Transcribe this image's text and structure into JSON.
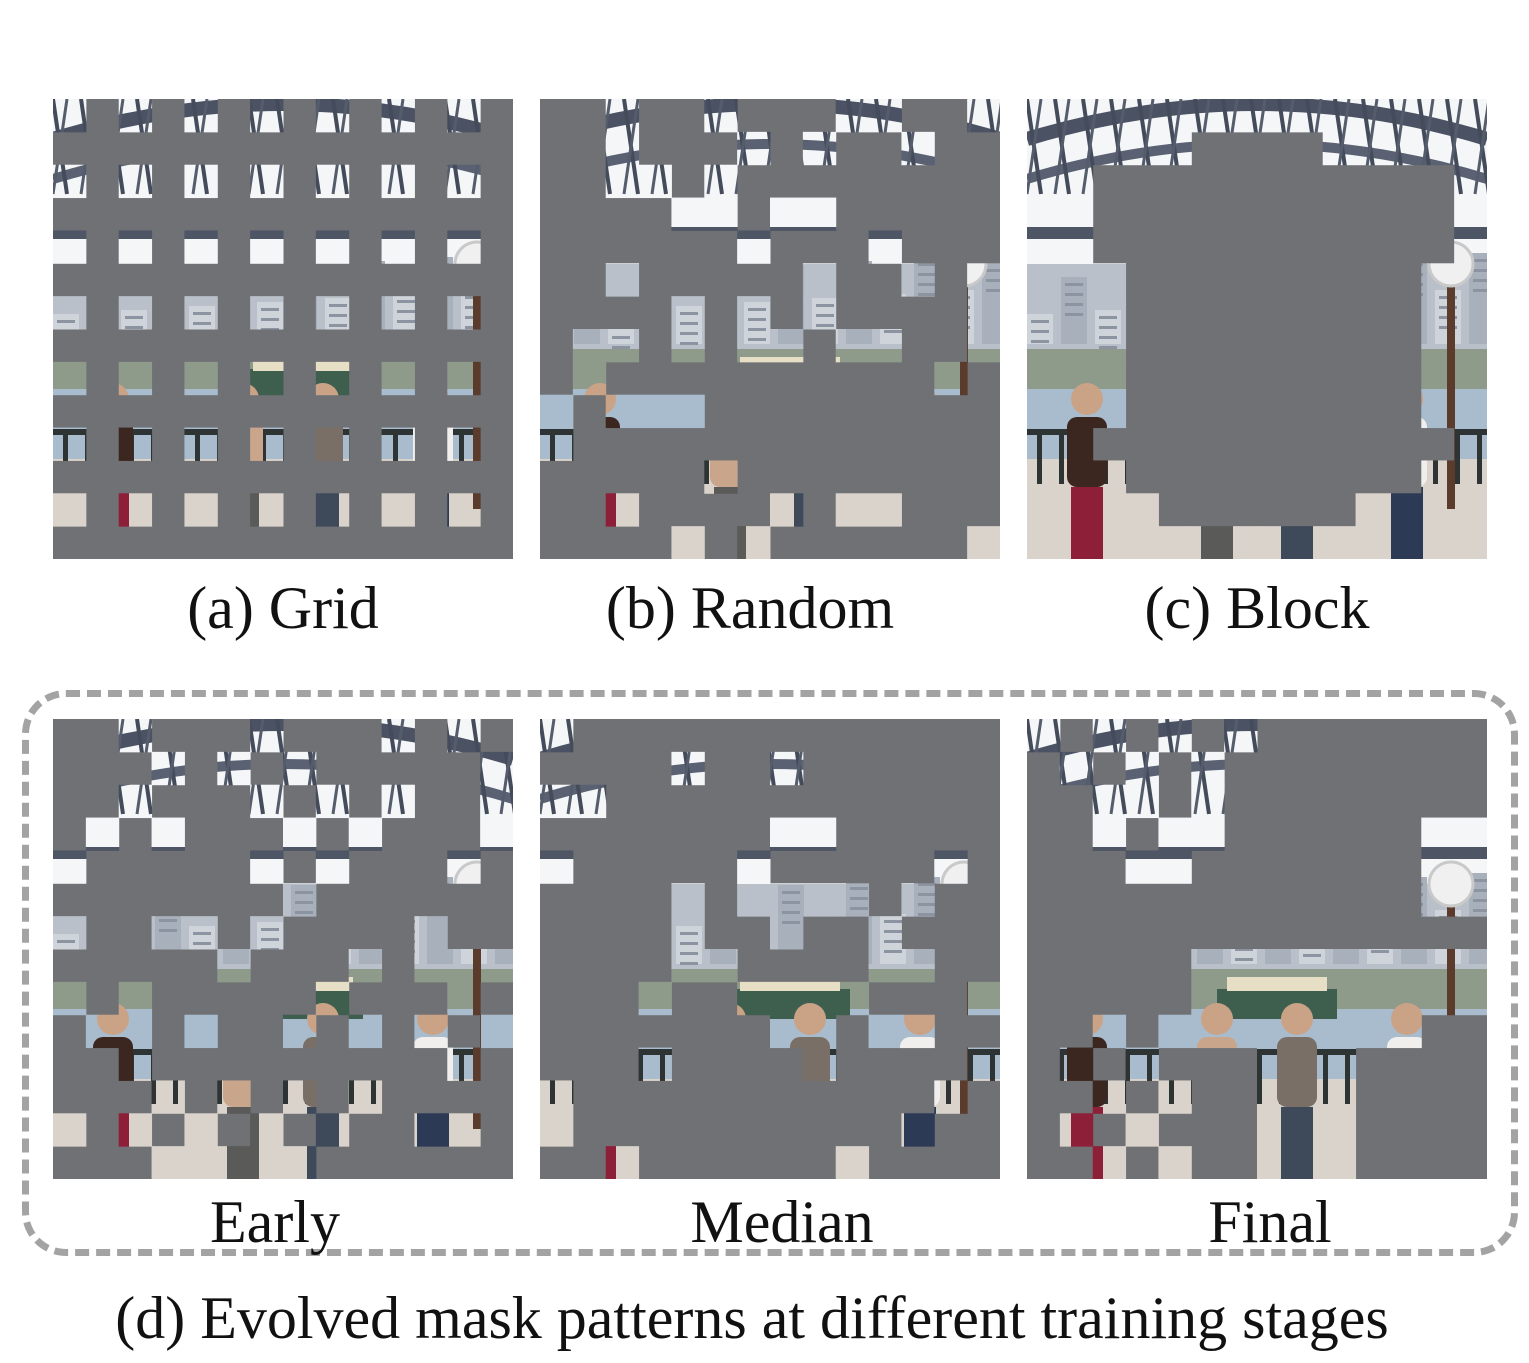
{
  "captions": {
    "grid": "(a) Grid",
    "random": "(b) Random",
    "block": "(c) Block",
    "early": "Early",
    "median": "Median",
    "final": "Final",
    "group": "(d) Evolved mask patterns at different training stages"
  },
  "colors": {
    "mask": "#6f7175",
    "dashed_border": "#a3a3a3"
  },
  "patch_grid": {
    "rows": 14,
    "cols": 14
  },
  "masks": {
    "grid": {
      "visible_rule": "every other row and column visible"
    },
    "random": {
      "visible_rule": "random scattered visible patches"
    },
    "block": {
      "visible_rule": "contiguous central block masked"
    },
    "early": {
      "visible_rule": "mostly scattered visible patches"
    },
    "median": {
      "visible_rule": "patches clustered on objects"
    },
    "final": {
      "visible_rule": "visible patches concentrated on foreground objects"
    }
  }
}
